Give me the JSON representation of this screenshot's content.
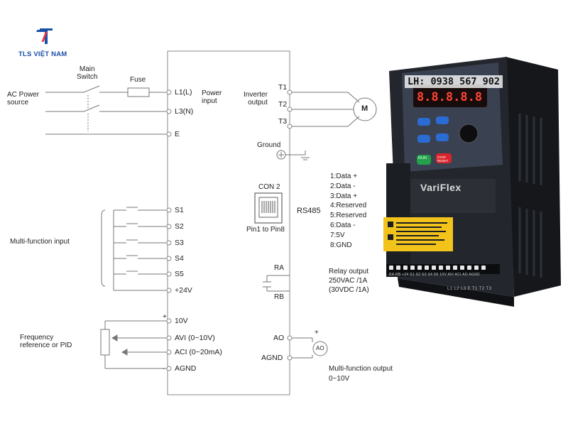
{
  "logo": {
    "brand": "TLS VIỆT NAM",
    "primary_color": "#1a4fa8",
    "accent_color": "#e8383d"
  },
  "watermark": {
    "phone": "LH: 0938 567 902"
  },
  "colors": {
    "line": "#777777",
    "box": "#888888",
    "warning": "#f2c31b"
  },
  "labels": {
    "ac_power_source": [
      "AC Power",
      "source"
    ],
    "main_switch": [
      "Main",
      "Switch"
    ],
    "fuse": "Fuse",
    "power_input": [
      "Power",
      "input"
    ],
    "inverter_output": [
      "Inverter",
      "output"
    ],
    "motor": "M",
    "ground": "Ground",
    "con2": "CON 2",
    "pin_range": "Pin1 to Pin8",
    "rs485": "RS485",
    "multi_function_input": "Multi-function input",
    "frequency_reference": [
      "Frequency",
      "reference or PID"
    ],
    "relay_output": [
      "Relay output",
      "250VAC /1A",
      "(30VDC /1A)"
    ],
    "multi_function_output": [
      "Multi-function output",
      "0~10V"
    ],
    "ao_meter": "AO",
    "plus_sign": "+",
    "minus_sign": "-"
  },
  "terminals": {
    "power_in": [
      "L1(L)",
      "L3(N)",
      "E"
    ],
    "outputs": [
      "T1",
      "T2",
      "T3"
    ],
    "inputs": [
      "S1",
      "S2",
      "S3",
      "S4",
      "S5",
      "+24V"
    ],
    "analog": [
      "10V",
      "AVI (0~10V)",
      "ACI (0~20mA)",
      "AGND"
    ],
    "relay": [
      "RA",
      "RB"
    ],
    "analog_out": [
      "AO",
      "AGND"
    ]
  },
  "rs485_pins": [
    "1:Data +",
    "2:Data -",
    "3:Data +",
    "4:Reserved",
    "5:Reserved",
    "6:Data -",
    "7:5V",
    "8:GND"
  ],
  "device": {
    "brand": "VariFlex",
    "display": "8.8.8.8.8",
    "terminal_strip_top": "RA RB +24 S1 S2 S3 S4 S5 10V AVI ACI AO AGND",
    "terminal_strip_bottom": "L1 L2 L3 E T1 T2 T3",
    "key_run": "RUN",
    "key_stop": "STOP RESET"
  }
}
